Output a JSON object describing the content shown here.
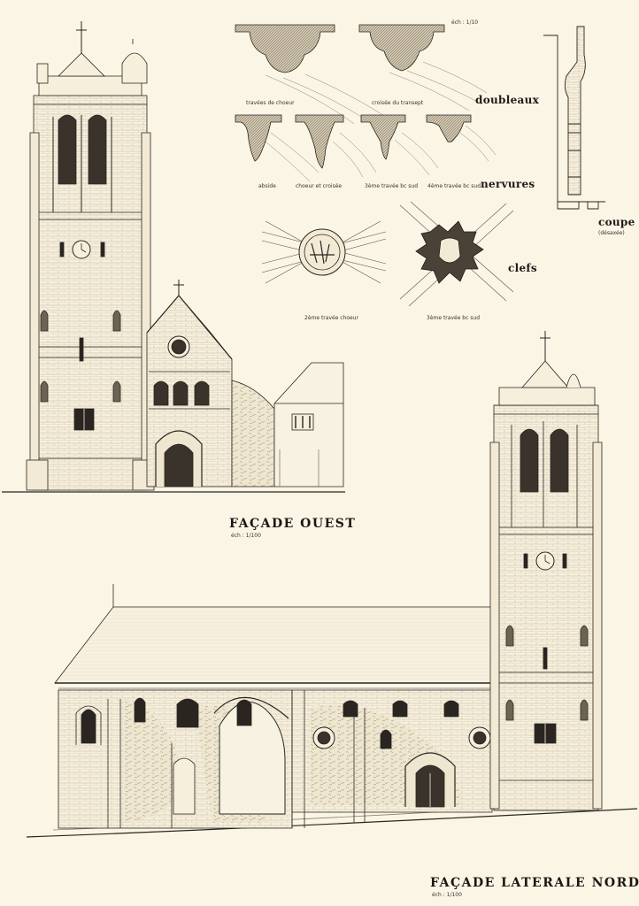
{
  "sheet": {
    "scale_top": "éch : 1/10",
    "details": {
      "doubleaux_heading": "doubleaux",
      "doubleaux_labels": [
        "travées de choeur",
        "croisée du transept"
      ],
      "nervures_heading": "nervures",
      "nervures_labels": [
        "abside",
        "choeur et croisée",
        "3ème travée bc sud",
        "4ème travée bc sud"
      ],
      "clefs_heading": "clefs",
      "clefs_labels": [
        "2ème travée choeur",
        "3ème travée bc sud"
      ],
      "coupe_heading": "coupe",
      "coupe_sub": "(désaxée)"
    },
    "facade_ouest": {
      "title": "FAÇADE OUEST",
      "scale": "éch : 1/100"
    },
    "facade_nord": {
      "title": "FAÇADE LATERALE NORD",
      "scale": "éch : 1/100"
    }
  },
  "colors": {
    "paper": "#fbf5e6",
    "ink": "#2a2520",
    "stone_fill": "#f6efdc",
    "hatch": "#8a8070"
  }
}
